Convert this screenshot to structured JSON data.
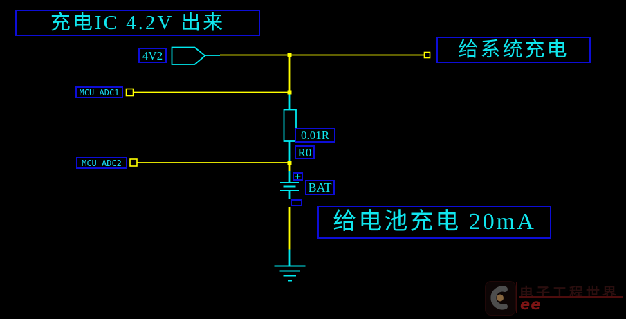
{
  "colors": {
    "background": "#000000",
    "wire": "#ffff00",
    "component": "#00e8ee",
    "label_text": "#10e6ee",
    "label_border": "#0d0dd6",
    "watermark_red": "#7c1414"
  },
  "schematic": {
    "title_note": "充电IC 4.2V 出来",
    "port": {
      "label": "4V2"
    },
    "nets": {
      "adc1": "MCU_ADC1",
      "adc2": "MCU_ADC2"
    },
    "resistor": {
      "value": "0.01R",
      "designator": "R0"
    },
    "battery": {
      "name": "BAT",
      "plus": "+",
      "minus": "-"
    },
    "notes": {
      "system_charge": "给系统充电",
      "battery_charge": "给电池充电 20mA"
    }
  },
  "watermark": {
    "brand": "电子工程世界",
    "sub": "ee"
  }
}
